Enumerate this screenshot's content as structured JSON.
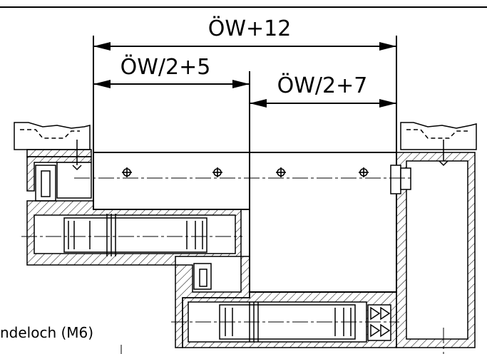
{
  "dimensions": {
    "total": "ÖW+12",
    "left_half": "ÖW/2+5",
    "right_half": "ÖW/2+7"
  },
  "note": "ndeloch (M6)"
}
